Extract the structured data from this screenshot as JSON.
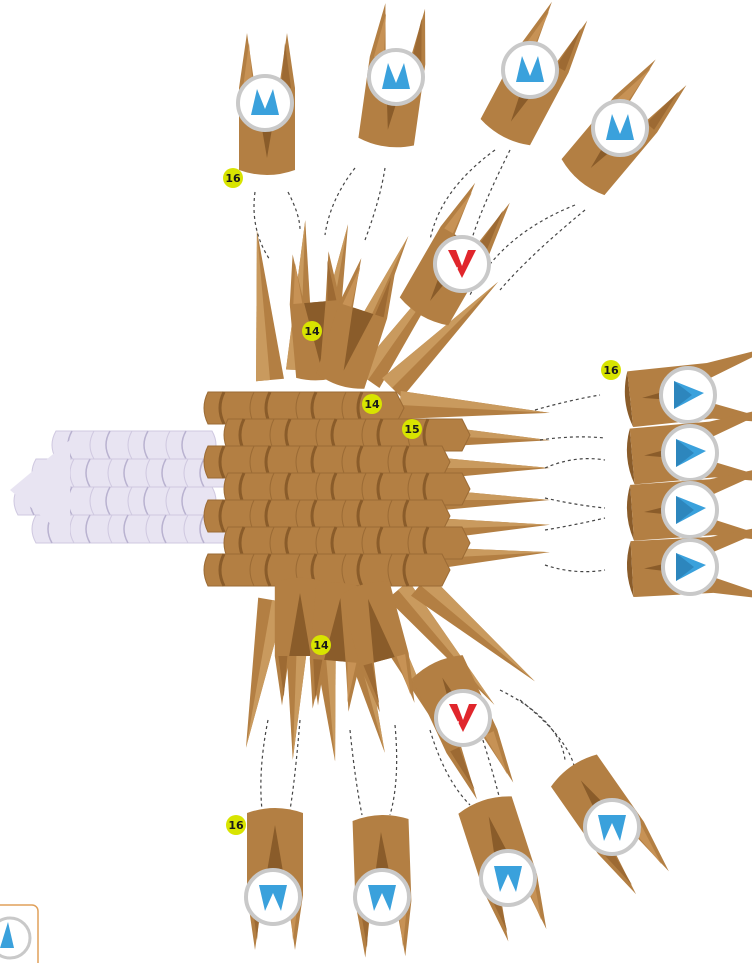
{
  "labels": {
    "row_upper_top": "16",
    "upper_body": "14",
    "side_top": "14",
    "side_second": "15",
    "right_column_top": "16",
    "lower_body": "14",
    "row_lower_bottom": "16"
  },
  "colors": {
    "paper_brown": "#b37f43",
    "paper_brown_dark": "#8a5c2a",
    "paper_white": "#e8e4f2",
    "badge_yellow": "#d8e400",
    "symbol_blue": "#3aa1dc",
    "symbol_red": "#e0262c",
    "ring_gray": "#c9c9c9",
    "dash_line": "#444444"
  },
  "symbols": {
    "upper_fan": [
      "blue-m",
      "blue-m",
      "blue-m",
      "blue-m",
      "red-v"
    ],
    "right_column": [
      "blue-triangle",
      "blue-triangle",
      "blue-triangle",
      "blue-triangle"
    ],
    "lower_fan": [
      "blue-w",
      "blue-w",
      "blue-w",
      "blue-w",
      "red-v"
    ]
  }
}
